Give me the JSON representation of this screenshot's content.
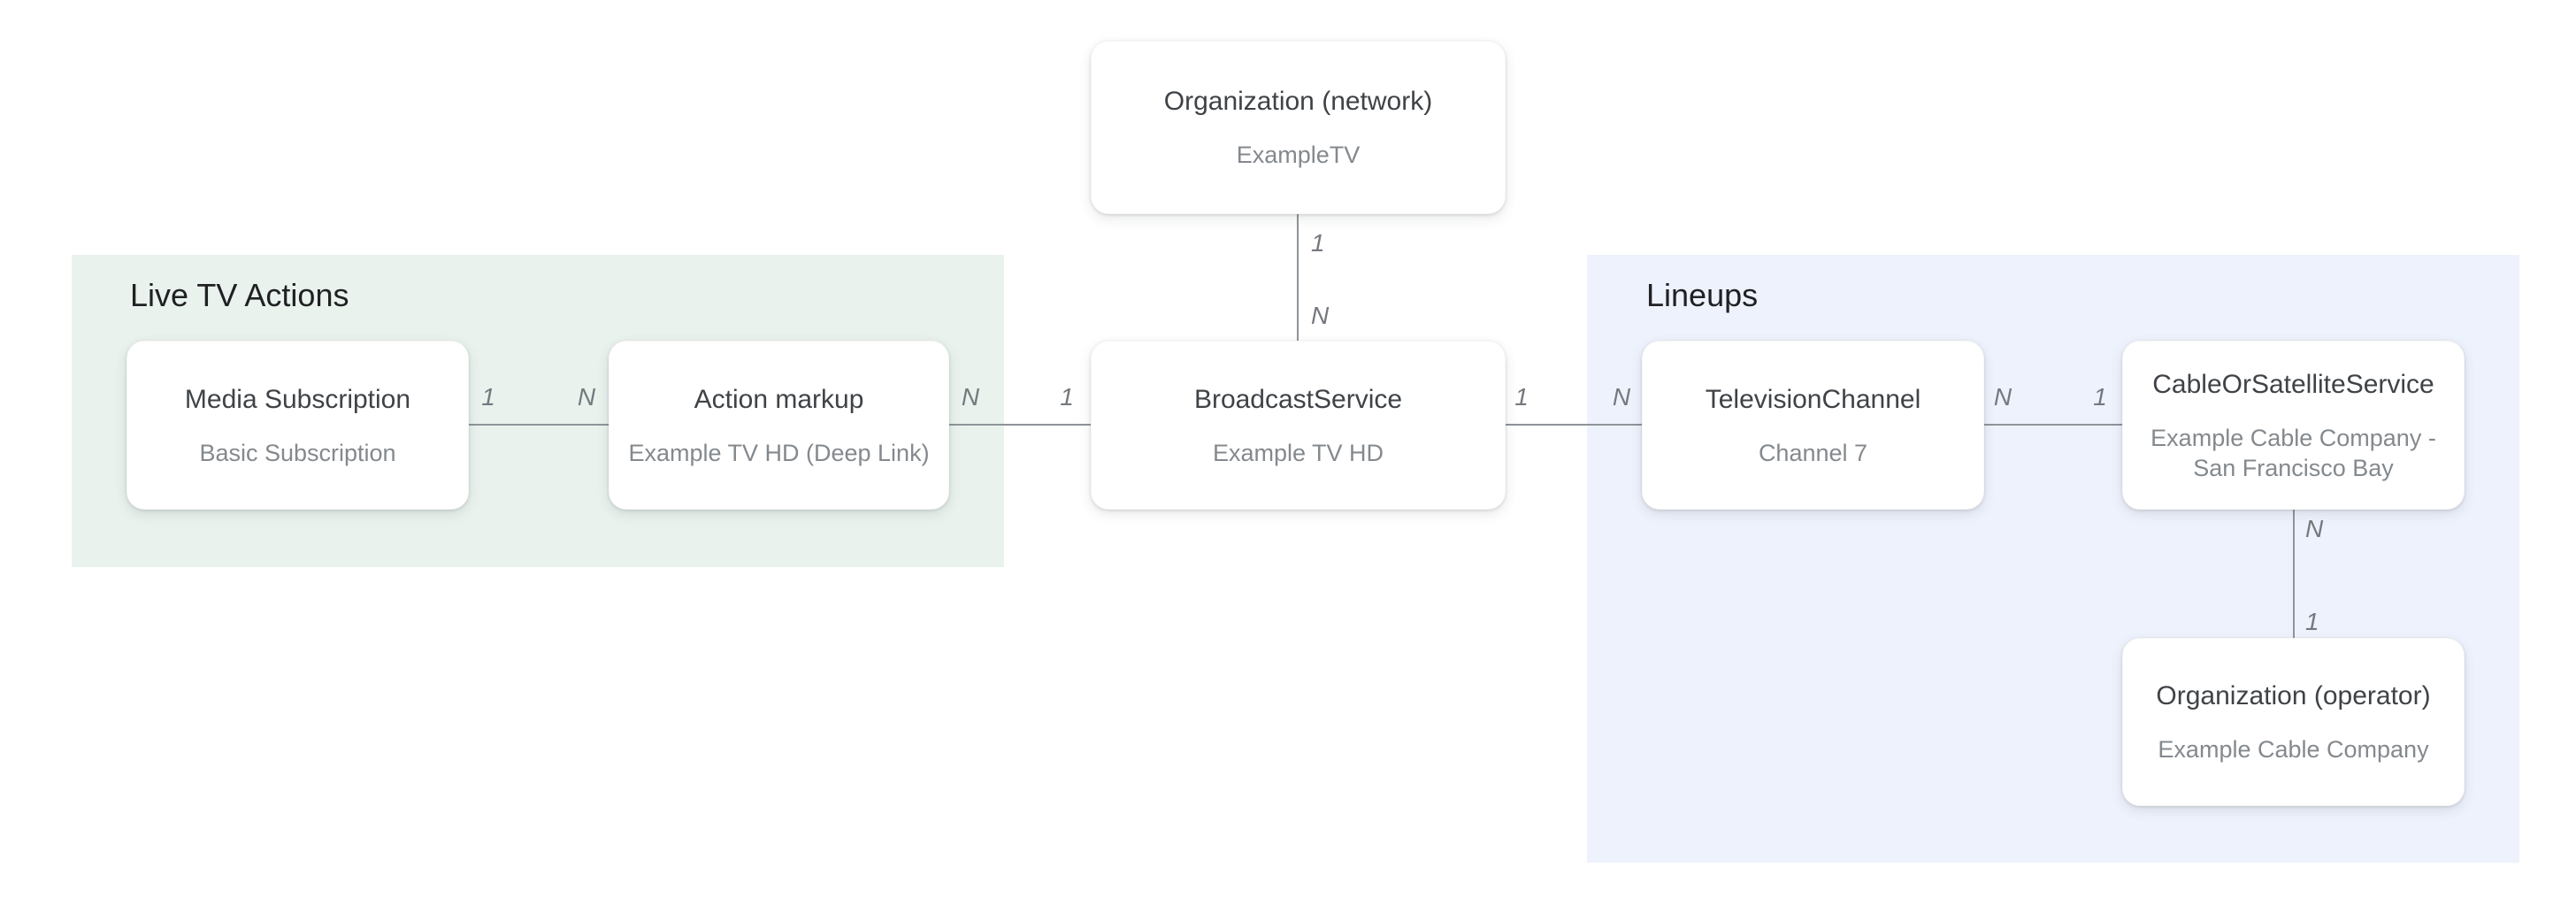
{
  "diagram": {
    "regions": {
      "live_tv_actions": {
        "label": "Live TV Actions"
      },
      "lineups": {
        "label": "Lineups"
      }
    },
    "nodes": {
      "org_network": {
        "title": "Organization (network)",
        "subtitle": "ExampleTV"
      },
      "media_subscription": {
        "title": "Media Subscription",
        "subtitle": "Basic Subscription"
      },
      "action_markup": {
        "title": "Action markup",
        "subtitle": "Example TV HD (Deep Link)"
      },
      "broadcast_service": {
        "title": "BroadcastService",
        "subtitle": "Example TV HD"
      },
      "television_channel": {
        "title": "TelevisionChannel",
        "subtitle": "Channel 7"
      },
      "cable_or_satellite_service": {
        "title": "CableOrSatelliteService",
        "subtitle": "Example Cable Company - San Francisco Bay"
      },
      "org_operator": {
        "title": "Organization (operator)",
        "subtitle": "Example Cable Company"
      }
    },
    "edges": {
      "network_to_broadcast": {
        "from_label": "1",
        "to_label": "N"
      },
      "media_to_action": {
        "from_label": "1",
        "to_label": "N"
      },
      "action_to_broadcast": {
        "from_label": "N",
        "to_label": "1"
      },
      "broadcast_to_channel": {
        "from_label": "1",
        "to_label": "N"
      },
      "channel_to_cable": {
        "from_label": "N",
        "to_label": "1"
      },
      "cable_to_operator": {
        "from_label": "N",
        "to_label": "1"
      }
    },
    "colors": {
      "live_tv_actions_bg": "#e9f2ed",
      "lineups_bg": "#eef2fc",
      "connector": "#8f9499",
      "node_title": "#3f4347",
      "node_subtitle": "#84898e",
      "region_title": "#202124",
      "cardinality": "#75797e"
    }
  }
}
